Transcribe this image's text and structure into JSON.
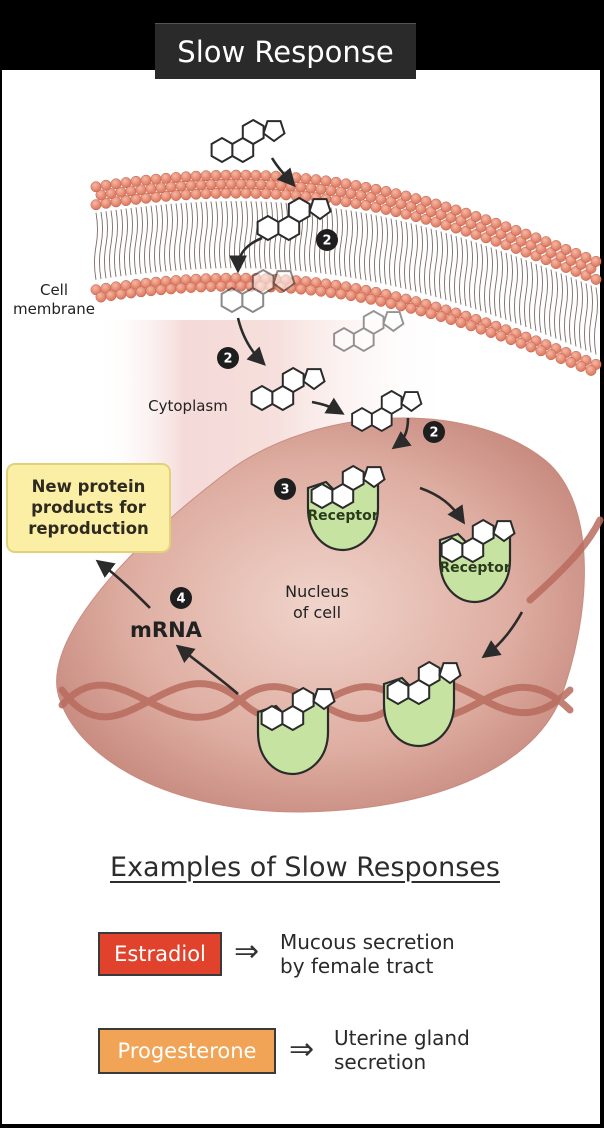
{
  "title": "Slow Response",
  "labels": {
    "cell_membrane": [
      "Cell",
      "membrane"
    ],
    "cytoplasm": "Cytoplasm",
    "nucleus": [
      "Nucleus",
      "of cell"
    ],
    "mrna": "mRNA",
    "receptor": "Receptor",
    "new_protein": [
      "New protein",
      "products for",
      "reproduction"
    ]
  },
  "steps": {
    "entry": "2",
    "binding": "3",
    "transcription": "4"
  },
  "examples": {
    "title": "Examples of Slow Responses",
    "items": [
      {
        "hormone": "Estradiol",
        "arrow": "⇒",
        "effect": [
          "Mucous secretion",
          "by female tract"
        ],
        "color": "#e0422c"
      },
      {
        "hormone": "Progesterone",
        "arrow": "⇒",
        "effect": [
          "Uterine gland",
          "secretion"
        ],
        "color": "#f2a456"
      }
    ]
  },
  "colors": {
    "membrane_head": "#e8826a",
    "nucleus": "#d9a397",
    "receptor": "#c6e3a2",
    "callout": "#fbefa6"
  }
}
